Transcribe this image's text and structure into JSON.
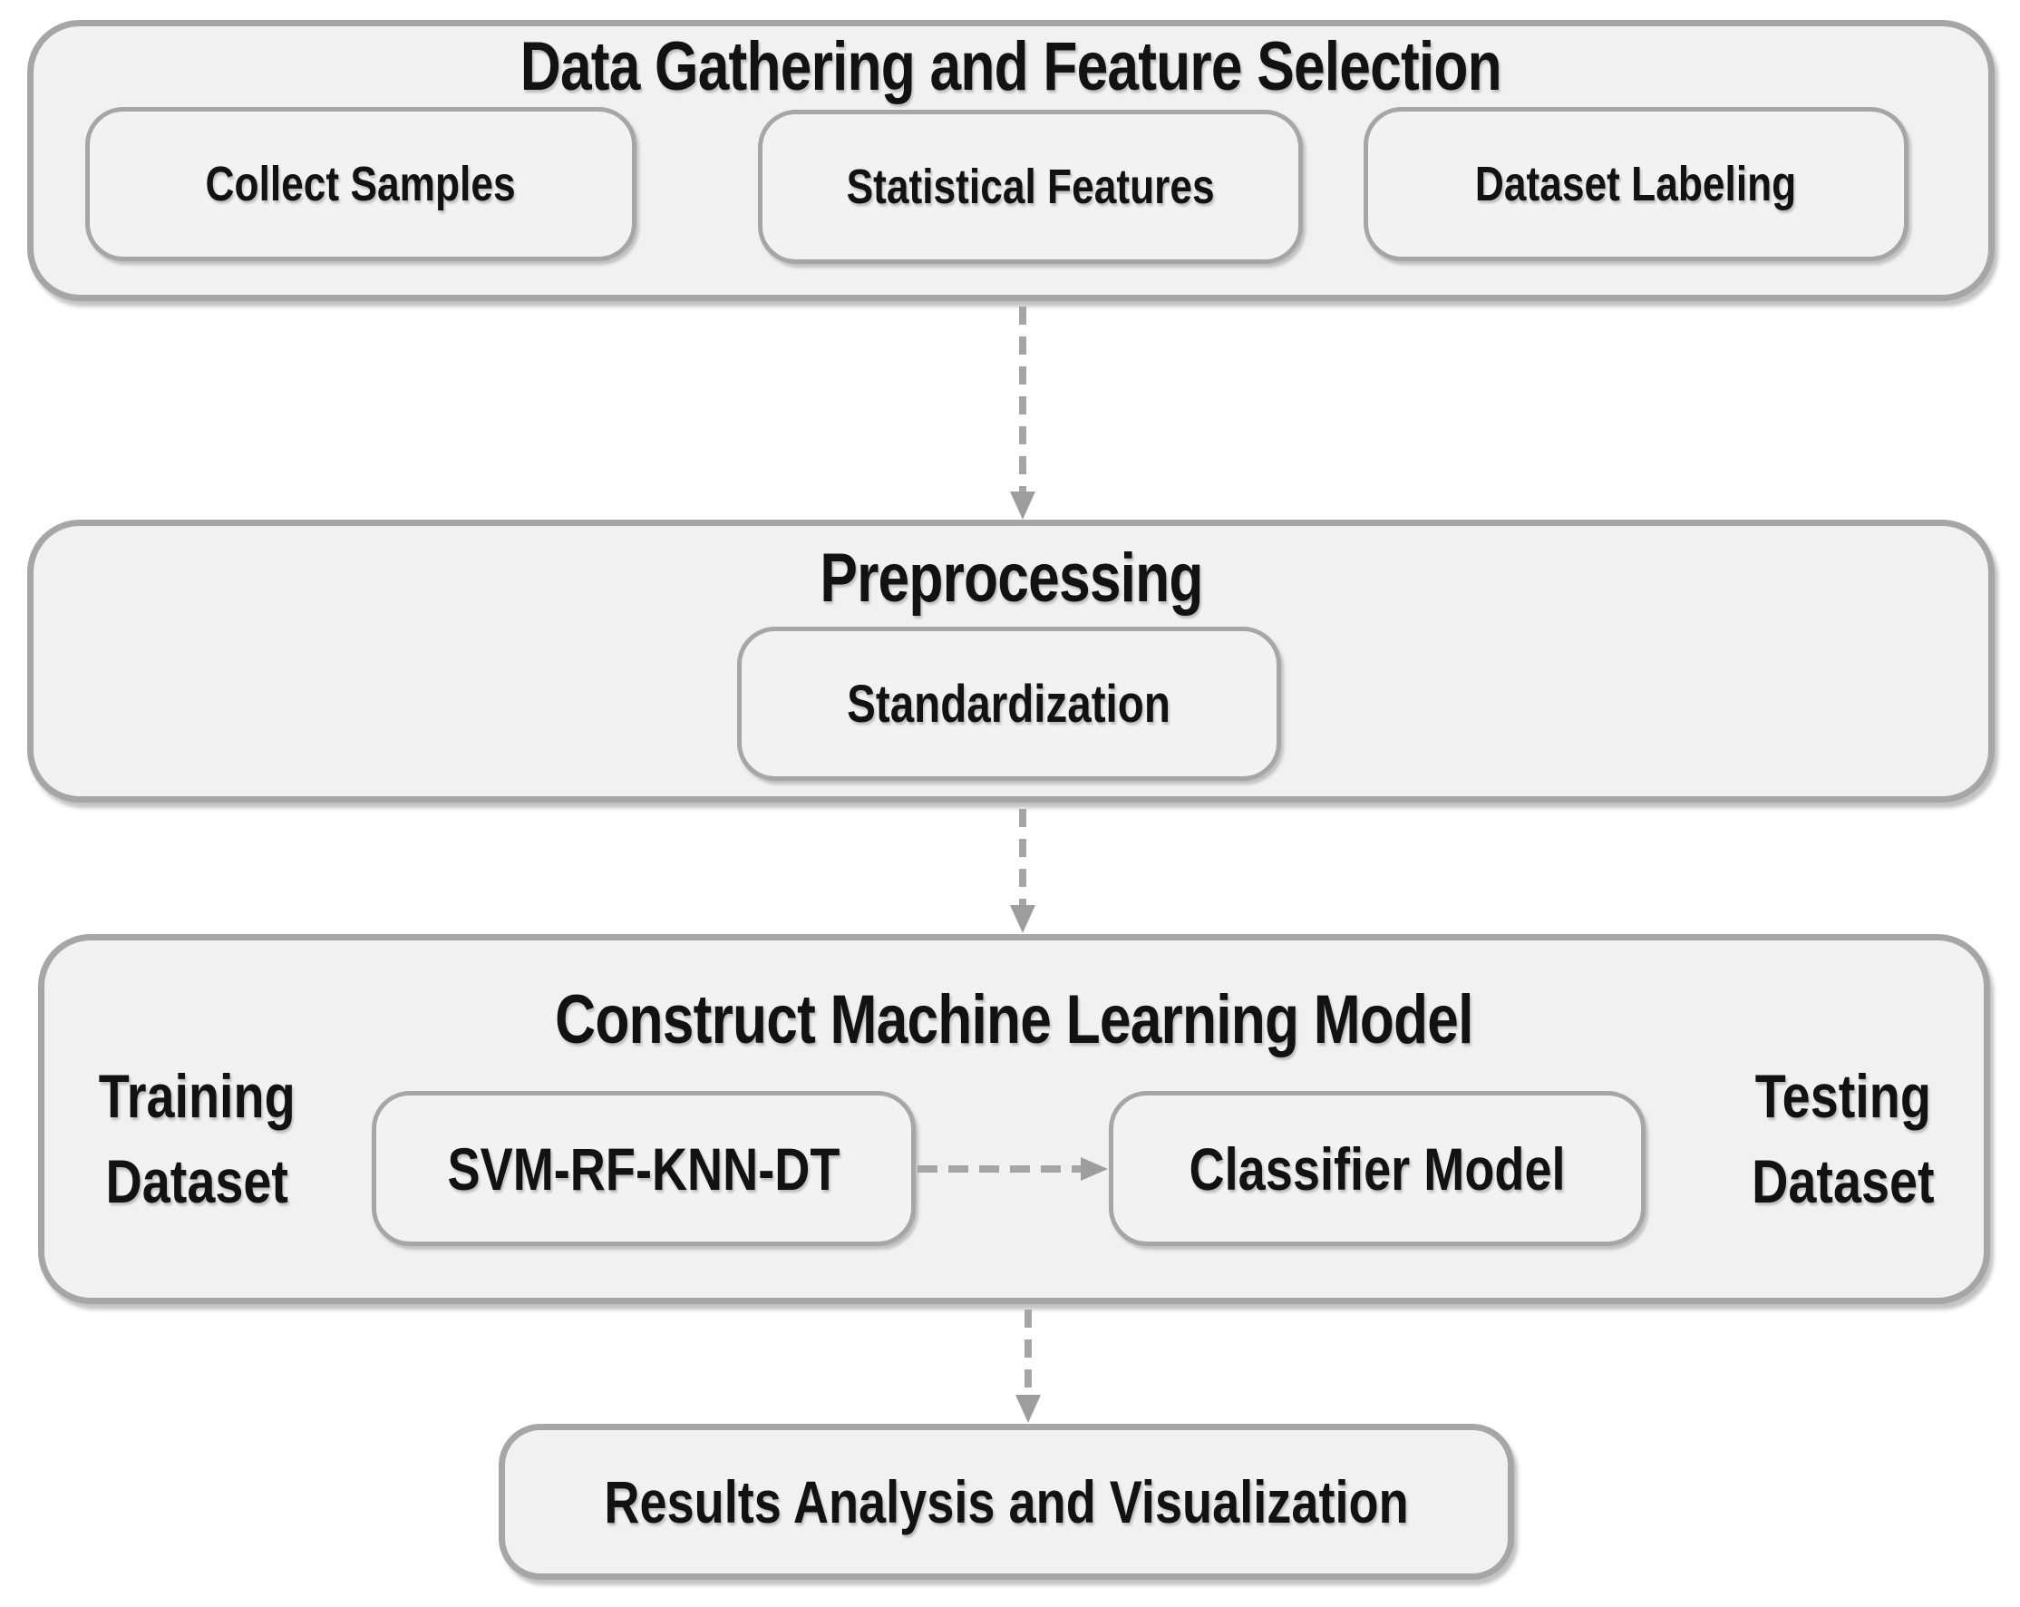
{
  "diagram": {
    "stages": {
      "data_gathering": {
        "title": "Data Gathering and Feature Selection",
        "items": [
          {
            "label": "Collect Samples"
          },
          {
            "label": "Statistical Features"
          },
          {
            "label": "Dataset Labeling"
          }
        ]
      },
      "preprocessing": {
        "title": "Preprocessing",
        "items": [
          {
            "label": "Standardization"
          }
        ]
      },
      "ml_model": {
        "title": "Construct Machine Learning Model",
        "training_label": [
          "Training",
          "Dataset"
        ],
        "algorithms_box": "SVM-RF-KNN-DT",
        "classifier_box": "Classifier Model",
        "testing_label": [
          "Testing",
          "Dataset"
        ]
      },
      "results": {
        "title": "Results Analysis and Visualization"
      }
    },
    "connections": [
      {
        "from": "data-gathering",
        "to": "preprocessing",
        "style": "dashed-arrow-down"
      },
      {
        "from": "preprocessing",
        "to": "construct-ml-model",
        "style": "dashed-arrow-down"
      },
      {
        "from": "svm-rf-knn-dt",
        "to": "classifier-model",
        "style": "dashed-arrow-right"
      },
      {
        "from": "construct-ml-model",
        "to": "results",
        "style": "dashed-arrow-down"
      }
    ],
    "colors": {
      "background": "#ffffff",
      "box_fill": "#f1f1f1",
      "box_border": "#a6a6a6",
      "arrow": "#a5a5a5",
      "text": "#121212"
    }
  }
}
